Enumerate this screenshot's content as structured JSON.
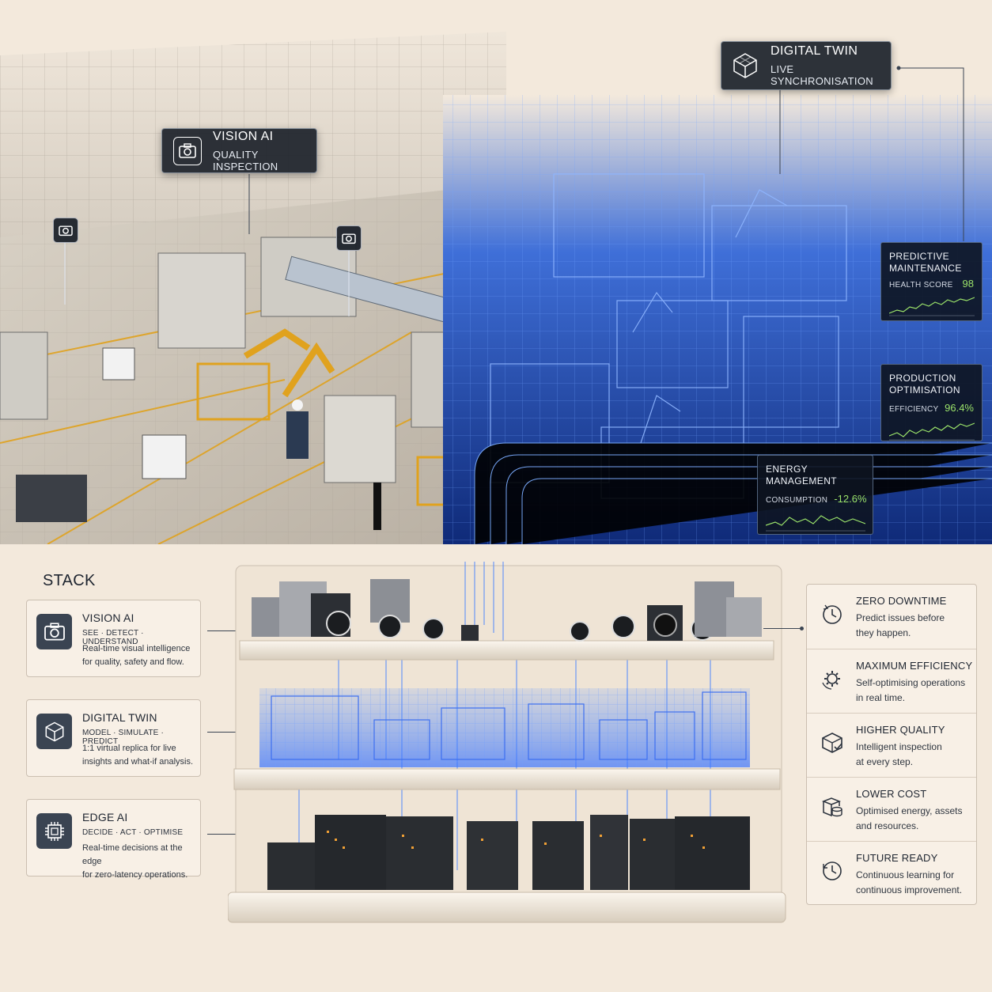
{
  "hero": {
    "vision_tag": {
      "title": "VISION AI",
      "subtitle": "QUALITY INSPECTION",
      "icon": "camera-icon"
    },
    "twin_tag": {
      "title": "DIGITAL TWIN",
      "subtitle": "LIVE SYNCHRONISATION",
      "icon": "cube-icon"
    },
    "metrics": [
      {
        "title_line1": "PREDICTIVE",
        "title_line2": "MAINTENANCE",
        "label": "HEALTH SCORE",
        "value": "98"
      },
      {
        "title_line1": "PRODUCTION",
        "title_line2": "OPTIMISATION",
        "label": "EFFICIENCY",
        "value": "96.4%"
      },
      {
        "title_line1": "ENERGY",
        "title_line2": "MANAGEMENT",
        "label": "CONSUMPTION",
        "value": "-12.6%"
      }
    ]
  },
  "stack": {
    "title": "STACK",
    "layers": [
      {
        "title": "VISION AI",
        "subtitle": "SEE · DETECT · UNDERSTAND",
        "desc_line1": "Real-time visual intelligence",
        "desc_line2": "for quality, safety and flow.",
        "icon": "camera-icon"
      },
      {
        "title": "DIGITAL TWIN",
        "subtitle": "MODEL · SIMULATE · PREDICT",
        "desc_line1": "1:1 virtual replica for live",
        "desc_line2": "insights and what-if analysis.",
        "icon": "cube-icon"
      },
      {
        "title": "EDGE AI",
        "subtitle": "DECIDE · ACT · OPTIMISE",
        "desc_line1": "Real-time decisions at the edge",
        "desc_line2": "for zero-latency operations.",
        "icon": "chip-icon"
      }
    ]
  },
  "benefits": [
    {
      "title": "ZERO DOWNTIME",
      "desc_line1": "Predict issues before",
      "desc_line2": "they happen.",
      "icon": "clock-refresh-icon"
    },
    {
      "title": "MAXIMUM EFFICIENCY",
      "desc_line1": "Self-optimising operations",
      "desc_line2": "in real time.",
      "icon": "gear-cycle-icon"
    },
    {
      "title": "HIGHER QUALITY",
      "desc_line1": "Intelligent inspection",
      "desc_line2": "at every step.",
      "icon": "cube-check-icon"
    },
    {
      "title": "LOWER COST",
      "desc_line1": "Optimised energy, assets",
      "desc_line2": "and resources.",
      "icon": "coins-icon"
    },
    {
      "title": "FUTURE READY",
      "desc_line1": "Continuous learning for",
      "desc_line2": "continuous improvement.",
      "icon": "clock-icon"
    }
  ],
  "colors": {
    "background": "#f3e9dc",
    "twin_blue": "#2f6bff",
    "machine_yellow": "#e0a21e",
    "metric_green": "#9be36a",
    "card_dark": "#1c222a"
  }
}
